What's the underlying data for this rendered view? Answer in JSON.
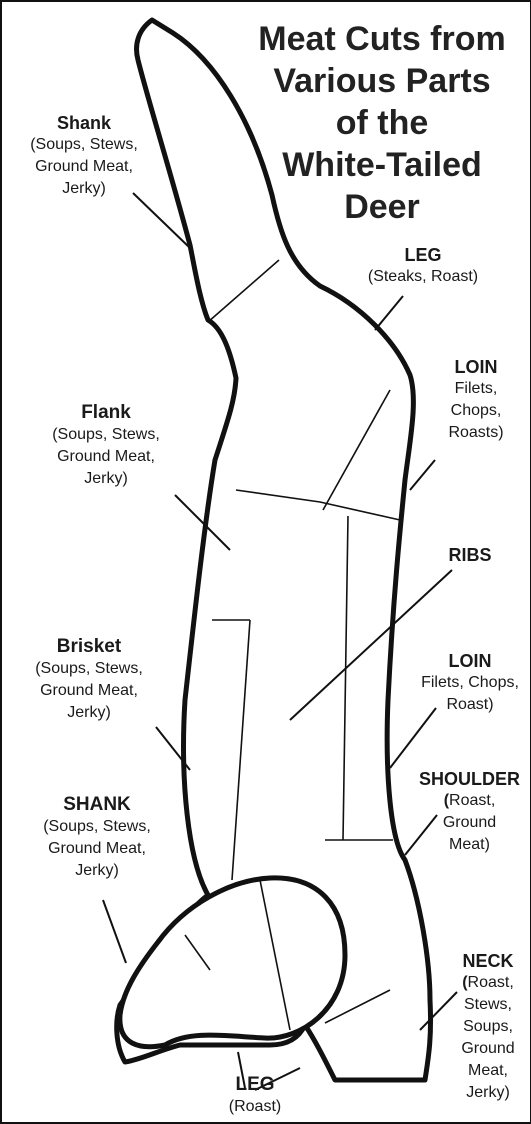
{
  "title_lines": [
    "Meat Cuts from",
    "Various Parts",
    "of the",
    "White-Tailed",
    "Deer"
  ],
  "labels": {
    "shank_top": {
      "name": "Shank",
      "desc": "(Soups, Stews,\nGround Meat,\nJerky)"
    },
    "leg_top": {
      "name": "LEG",
      "desc": "(Steaks, Roast)"
    },
    "loin_top": {
      "name": "LOIN",
      "desc": "Filets,\nChops,\nRoasts)"
    },
    "flank": {
      "name": "Flank",
      "desc": "(Soups, Stews,\nGround Meat,\nJerky)"
    },
    "ribs": {
      "name": "RIBS",
      "desc": ""
    },
    "loin_mid": {
      "name": "LOIN",
      "desc": "Filets, Chops,\nRoast)"
    },
    "brisket": {
      "name": "Brisket",
      "desc": "(Soups, Stews,\nGround Meat,\nJerky)"
    },
    "shoulder": {
      "name": "SHOULDER",
      "paren": "(",
      "desc": "Roast,\nGround\nMeat)"
    },
    "shank_bottom": {
      "name": "SHANK",
      "desc": "(Soups, Stews,\nGround Meat,\nJerky)"
    },
    "neck": {
      "name": "NECK",
      "paren": "(",
      "desc": "Roast,\nStews,\nSoups,\nGround\nMeat,\nJerky)"
    },
    "leg_bottom": {
      "name": "LEG",
      "desc": "(Roast)"
    }
  },
  "colors": {
    "outline": "#111111",
    "text": "#1a1a1a",
    "background": "#ffffff"
  }
}
